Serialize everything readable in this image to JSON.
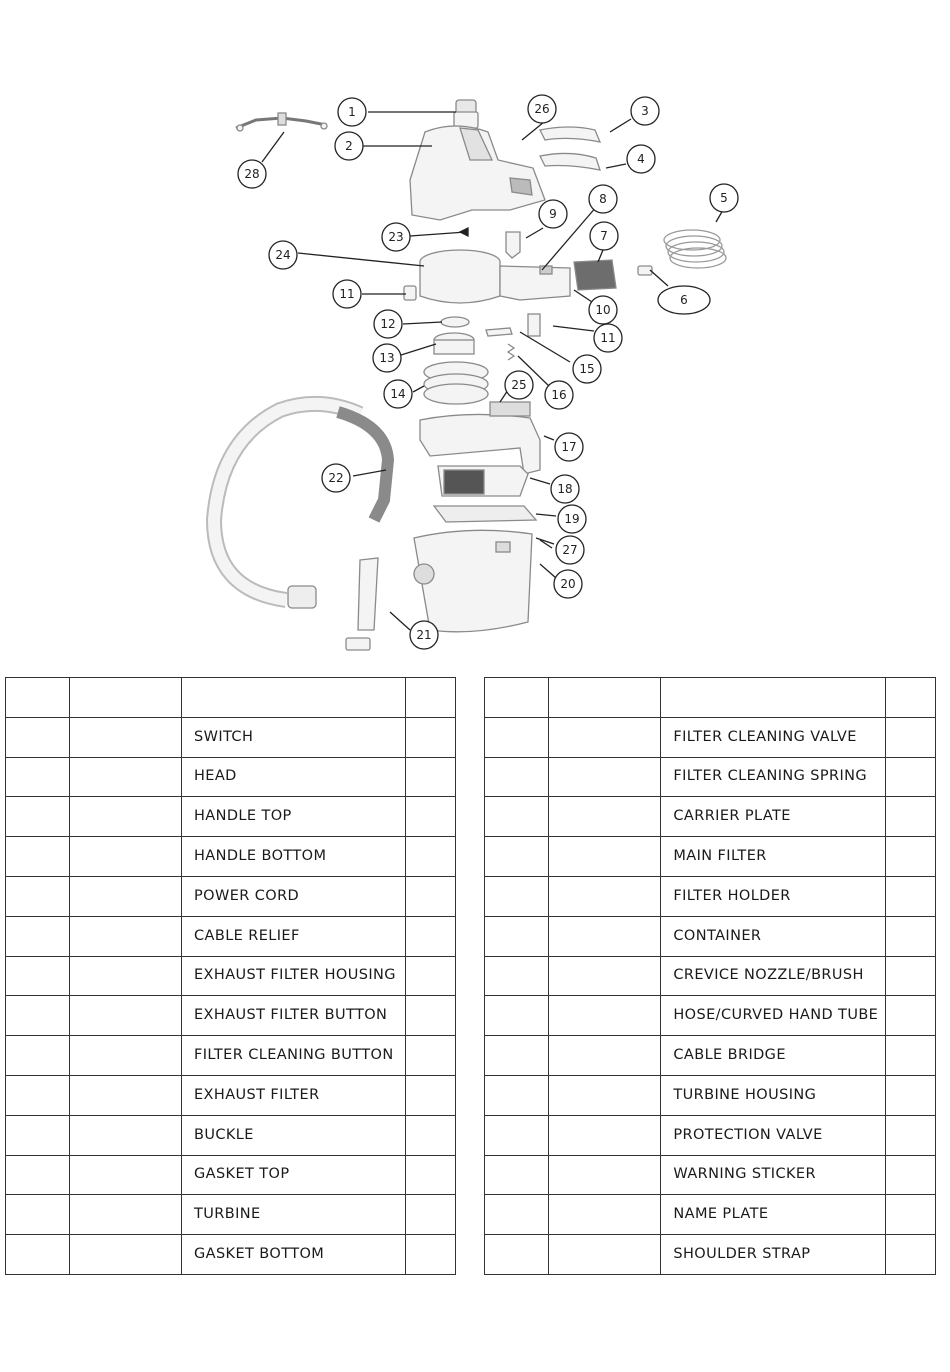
{
  "diagram": {
    "callouts": [
      "1",
      "2",
      "3",
      "4",
      "5",
      "6",
      "7",
      "8",
      "9",
      "10",
      "11",
      "11",
      "12",
      "13",
      "14",
      "15",
      "16",
      "17",
      "18",
      "19",
      "20",
      "21",
      "22",
      "23",
      "24",
      "25",
      "26",
      "27",
      "28"
    ]
  },
  "parts_left": [
    {
      "name": "SWITCH"
    },
    {
      "name": "HEAD"
    },
    {
      "name": "HANDLE TOP"
    },
    {
      "name": "HANDLE BOTTOM"
    },
    {
      "name": "POWER CORD"
    },
    {
      "name": "CABLE RELIEF"
    },
    {
      "name": "EXHAUST FILTER HOUSING"
    },
    {
      "name": "EXHAUST FILTER BUTTON"
    },
    {
      "name": "FILTER CLEANING BUTTON"
    },
    {
      "name": "EXHAUST FILTER"
    },
    {
      "name": "BUCKLE"
    },
    {
      "name": "GASKET TOP"
    },
    {
      "name": "TURBINE"
    },
    {
      "name": "GASKET BOTTOM"
    }
  ],
  "parts_right": [
    {
      "name": "FILTER CLEANING VALVE"
    },
    {
      "name": "FILTER CLEANING SPRING"
    },
    {
      "name": "CARRIER PLATE"
    },
    {
      "name": "MAIN FILTER"
    },
    {
      "name": "FILTER HOLDER"
    },
    {
      "name": "CONTAINER"
    },
    {
      "name": "CREVICE NOZZLE/BRUSH"
    },
    {
      "name": "HOSE/CURVED HAND TUBE"
    },
    {
      "name": "CABLE BRIDGE"
    },
    {
      "name": "TURBINE HOUSING"
    },
    {
      "name": "PROTECTION VALVE"
    },
    {
      "name": "WARNING STICKER"
    },
    {
      "name": "NAME PLATE"
    },
    {
      "name": "SHOULDER STRAP"
    }
  ]
}
